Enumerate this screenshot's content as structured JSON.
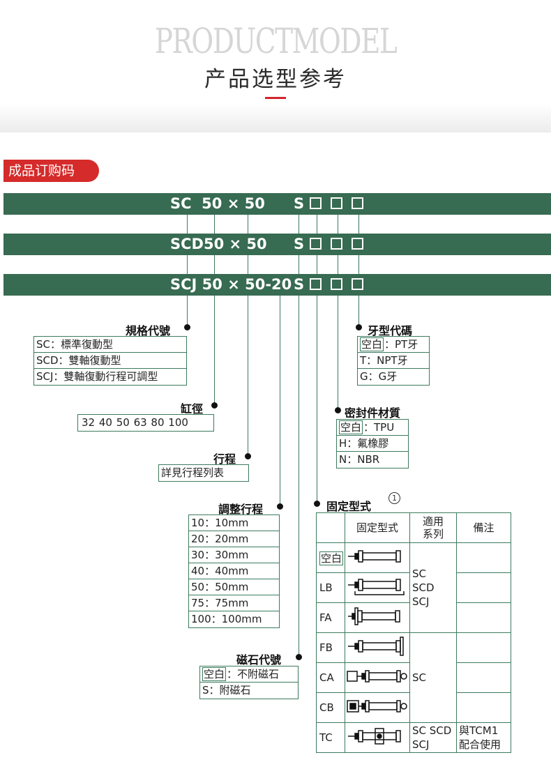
{
  "header": {
    "title_en": "PRODUCTMODEL",
    "title_cn": "产品选型参考"
  },
  "badge": "成品订购码",
  "bars": [
    {
      "model": "SC  50 × 50",
      "s": "S"
    },
    {
      "model": "SCD50 × 50",
      "s": "S"
    },
    {
      "model": "SCJ 50 × 50-20",
      "s": "S"
    }
  ],
  "spec": {
    "label": "規格代號",
    "rows": [
      "SC：標準復動型",
      "SCD：雙軸復動型",
      "SCJ：雙軸復動行程可調型"
    ]
  },
  "bore": {
    "label": "缸徑",
    "values": "32  40  50  63  80  100"
  },
  "stroke": {
    "label": "行程",
    "note": "詳見行程列表"
  },
  "adj": {
    "label": "調整行程",
    "rows": [
      "10：10mm",
      "20：20mm",
      "30：30mm",
      "40：40mm",
      "50：50mm",
      "75：75mm",
      "100：100mm"
    ]
  },
  "magnet": {
    "label": "磁石代號",
    "rows": [
      {
        "hl": "空白",
        "rest": "：不附磁石"
      },
      {
        "hl": "",
        "rest": "S：附磁石"
      }
    ]
  },
  "thread": {
    "label": "牙型代碼",
    "rows": [
      {
        "hl": "空白",
        "rest": "：PT牙"
      },
      {
        "hl": "",
        "rest": "T：NPT牙"
      },
      {
        "hl": "",
        "rest": "G：G牙"
      }
    ]
  },
  "seal": {
    "label": "密封件材質",
    "rows": [
      {
        "hl": "空白",
        "rest": "：TPU"
      },
      {
        "hl": "",
        "rest": "H：氟橡膠"
      },
      {
        "hl": "",
        "rest": "N：NBR"
      }
    ]
  },
  "mount": {
    "label": "固定型式",
    "marker": "1",
    "headers": {
      "type": "固定型式",
      "series_1": "適用",
      "series_2": "系列",
      "note": "備注"
    },
    "codes": [
      "空白",
      "LB",
      "FA",
      "FB",
      "CA",
      "CB",
      "TC"
    ],
    "series": {
      "group1": [
        "SC",
        "SCD",
        "SCJ"
      ],
      "group2": "SC",
      "group3": [
        "SC SCD",
        "SCJ"
      ]
    },
    "tc_note": [
      "與TCM1",
      "配合使用"
    ]
  },
  "colors": {
    "bar": "#376b52",
    "line": "#3b7a5d",
    "accent": "#d4252b"
  }
}
